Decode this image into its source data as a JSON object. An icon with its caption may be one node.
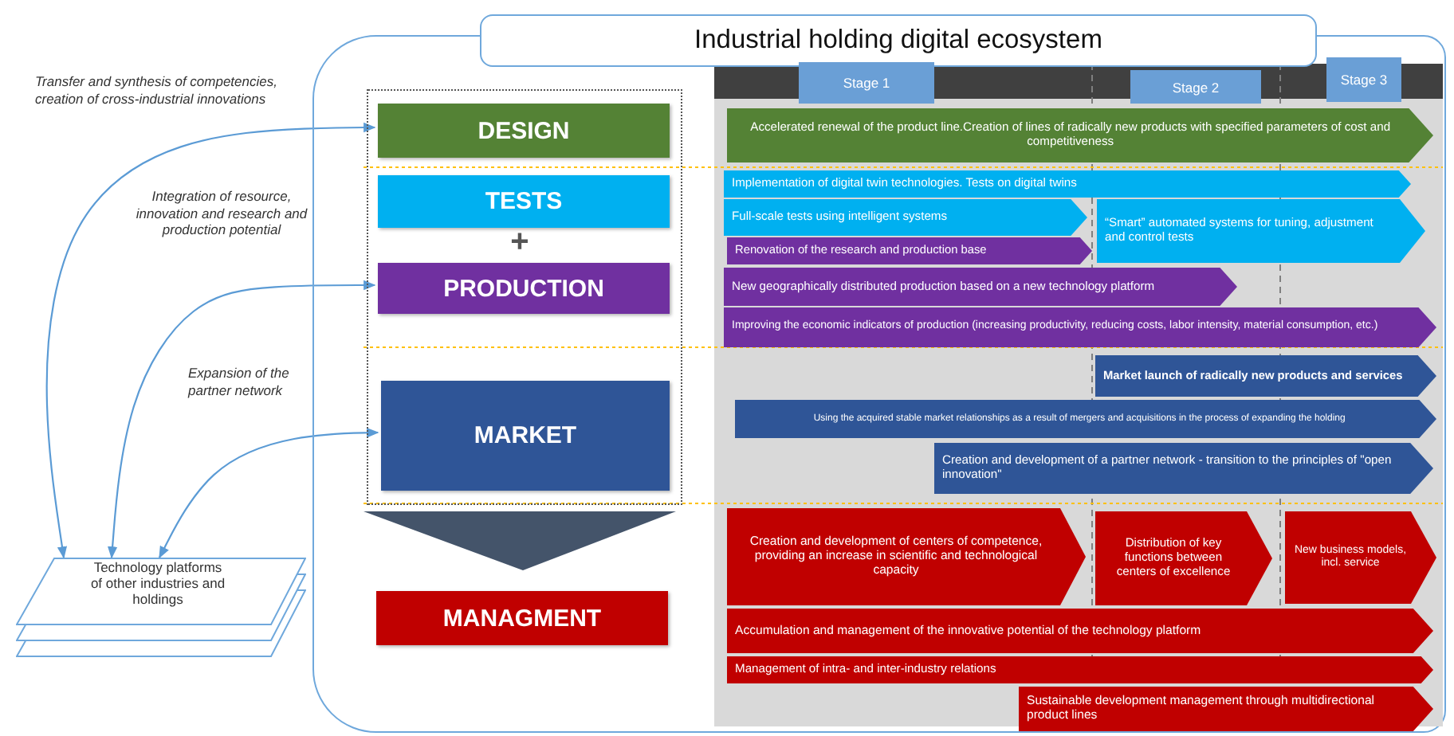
{
  "diagram": {
    "nodes": [
      {
        "text": [
          "Industrial holding digital ecosystem"
        ]
      },
      {
        "text": [],
        "shape": "box",
        "in": 0
      },
      {
        "text": [
          "DESIGN"
        ],
        "in": 1
      },
      {
        "text": [
          "TESTS"
        ],
        "in": 1
      },
      {
        "text": [
          "PRODUCTION"
        ],
        "in": 1
      },
      {
        "text": [
          "MARKET"
        ],
        "in": 1
      },
      {
        "text": [
          "MANAGMENT"
        ],
        "in": 0
      },
      {
        "text": [
          "Stage 1"
        ],
        "in": 0
      },
      {
        "text": [
          "Stage 2"
        ],
        "in": 0
      },
      {
        "text": [
          "Stage 3"
        ],
        "in": 0
      },
      {
        "text": [
          "Accelerated renewal of the product line.Creation of lines of radically new products with specified parameters of cost and competitiveness"
        ],
        "in": 0
      },
      {
        "text": [
          "Implementation of digital twin technologies. Tests on digital twins"
        ],
        "in": 0
      },
      {
        "text": [
          "Full-scale tests using intelligent systems"
        ],
        "in": 0
      },
      {
        "text": [
          "Renovation of the research and production base"
        ],
        "in": 0
      },
      {
        "text": [
          "“Smart” automated systems for tuning, adjustment and control tests"
        ],
        "in": 0
      },
      {
        "text": [
          "New geographically distributed production based on a new technology platform"
        ],
        "in": 0
      },
      {
        "text": [
          "Improving the economic indicators of production (increasing productivity, reducing costs, labor intensity, material consumption, etc.)"
        ],
        "in": 0
      },
      {
        "text": [
          "Market launch of radically new products and services"
        ],
        "in": 0
      },
      {
        "text": [
          "Using the acquired stable market relationships as a result of mergers and acquisitions in the process of expanding the holding"
        ],
        "in": 0
      },
      {
        "text": [
          "Creation and development of a partner network - transition to the principles of \"open innovation\""
        ],
        "in": 0
      },
      {
        "text": [
          "Creation and development of centers of competence, providing an increase in scientific and technological capacity"
        ],
        "in": 0
      },
      {
        "text": [
          "Distribution of key functions between centers of excellence"
        ],
        "in": 0
      },
      {
        "text": [
          "New business models, incl. service"
        ],
        "in": 0
      },
      {
        "text": [
          "Accumulation and management of the innovative potential of the technology platform"
        ],
        "in": 0
      },
      {
        "text": [
          "Management of intra- and inter-industry relations"
        ],
        "in": 0
      },
      {
        "text": [
          "Sustainable development management through multidirectional product lines"
        ],
        "in": 0
      },
      {
        "text": [
          "Technology platforms of other industries and holdings"
        ]
      }
    ],
    "edges": [
      {
        "from": 26,
        "to": 2,
        "arrow": "both"
      },
      {
        "from": 26,
        "to": 4,
        "arrow": "both"
      },
      {
        "from": 26,
        "to": 5,
        "arrow": "both"
      },
      {
        "from": 1,
        "to": 6,
        "arrow": "to",
        "style": "thick",
        "color": "#44546a"
      }
    ],
    "labels": [
      "Transfer and synthesis of competencies, creation of cross-industrial innovations",
      "Integration of resource, innovation and research and production potential",
      "Expansion of the partner network",
      "+"
    ]
  }
}
